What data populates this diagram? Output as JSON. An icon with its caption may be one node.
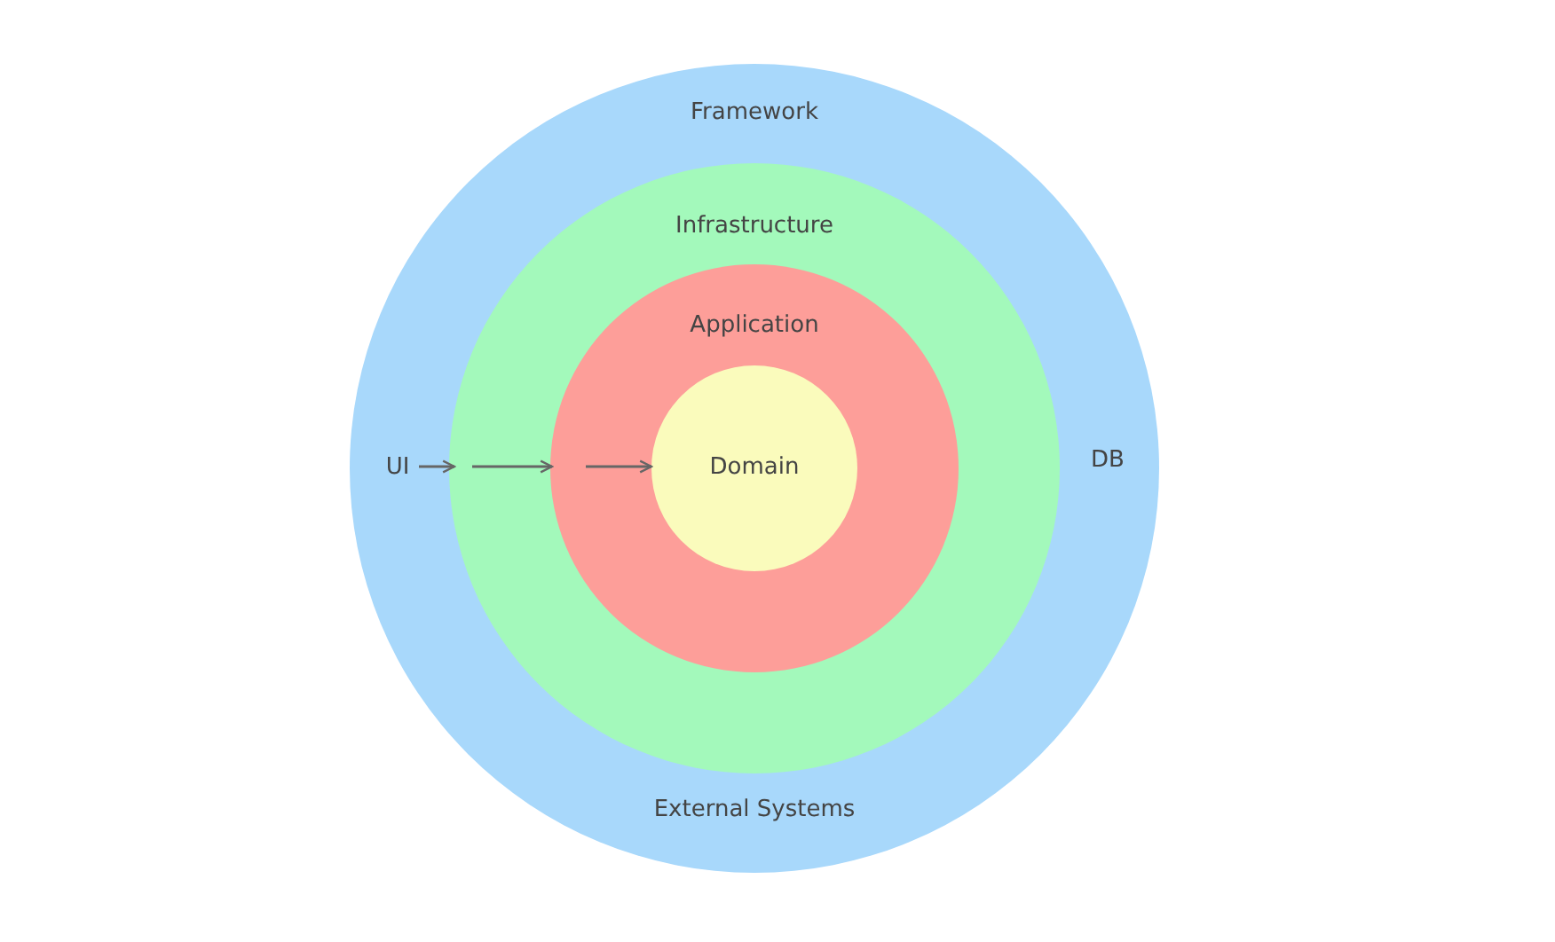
{
  "diagram": {
    "nodes": [
      {
        "text": [
          "Framework",
          "External Systems"
        ]
      },
      {
        "text": [
          "Infrastructure"
        ],
        "in": 0
      },
      {
        "text": [
          "Application"
        ],
        "in": 1
      },
      {
        "text": [
          "Domain"
        ],
        "in": 2
      },
      {
        "text": [
          "UI"
        ],
        "in": 0
      }
    ],
    "edges": [
      {
        "from": 4,
        "to": 1,
        "arrow": "to"
      },
      {
        "from": 1,
        "to": 2,
        "arrow": "to"
      },
      {
        "from": 2,
        "to": 3,
        "arrow": "to"
      }
    ],
    "labels": [
      "DB"
    ]
  }
}
